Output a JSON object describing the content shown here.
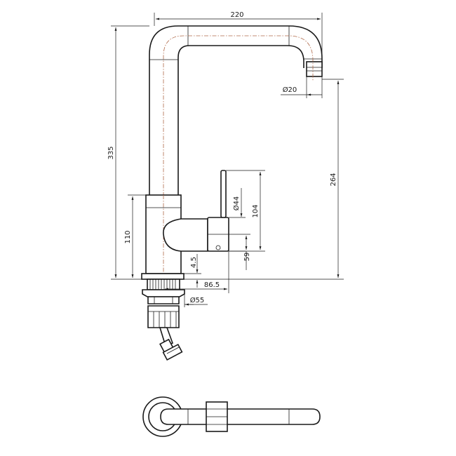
{
  "dimensions": {
    "width_220": "220",
    "height_335": "335",
    "outlet_dia": "Ø20",
    "spout_264": "264",
    "handle_dia": "Ø44",
    "handle_104": "104",
    "handle_59": "59",
    "body_110": "110",
    "base_4_5": "4.5",
    "reach_86_5": "86.5",
    "shank_dia": "Ø55"
  },
  "colors": {
    "line": "#1a1a1a",
    "centerline": "#b06a4a",
    "background": "#ffffff"
  }
}
